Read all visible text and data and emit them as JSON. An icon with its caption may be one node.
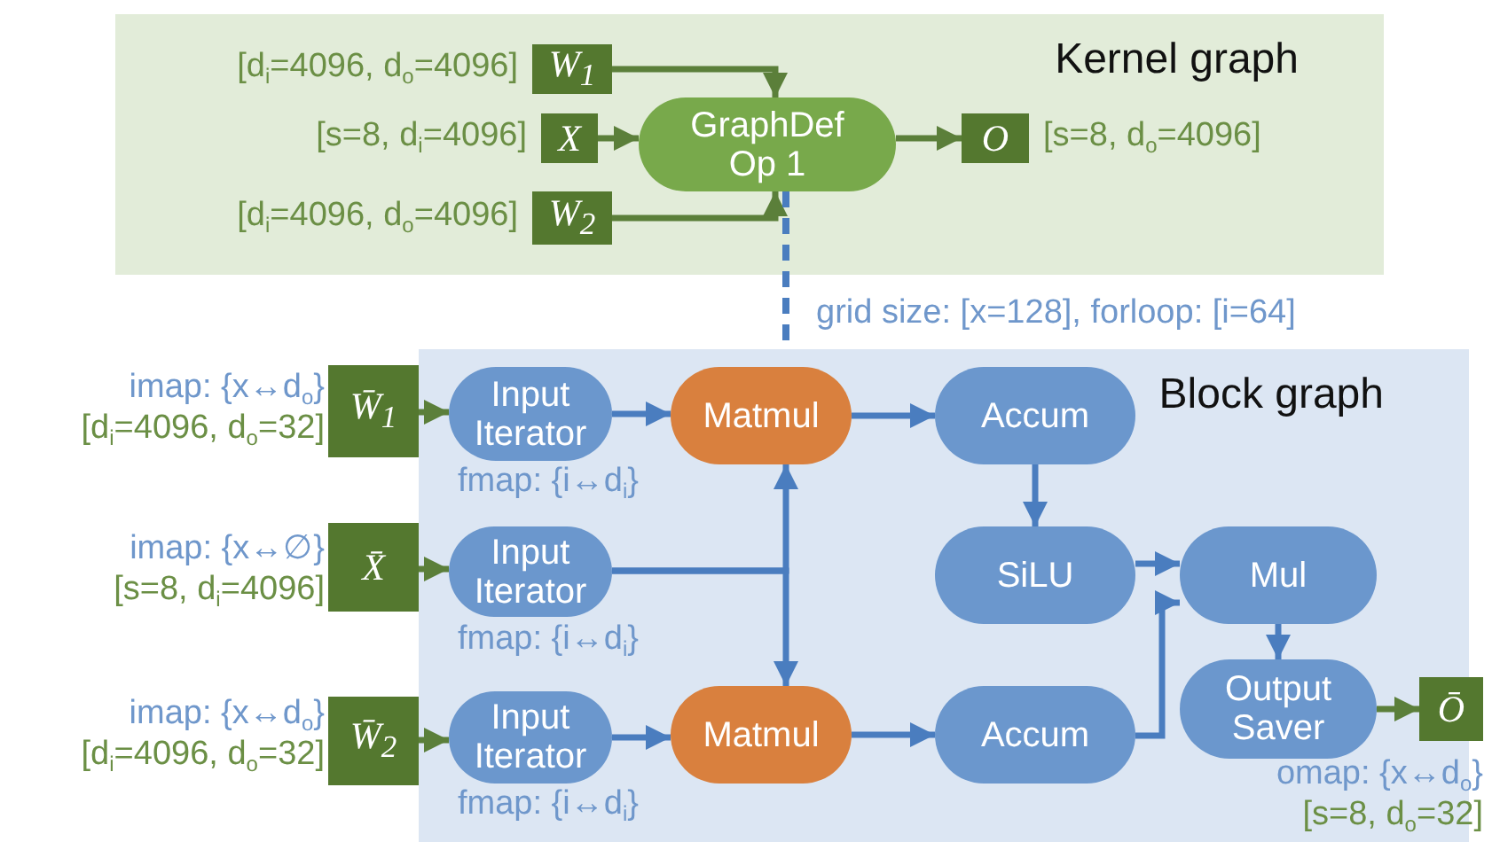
{
  "diagram": {
    "nodes": [
      {
        "text": [
          "Kernel graph"
        ]
      },
      {
        "text": [
          "W$_{1}$"
        ],
        "in": 0,
        "beside": [
          "[d$_{i}$=4096, d$_{o}$=4096]"
        ]
      },
      {
        "text": [
          "X"
        ],
        "in": 0,
        "beside": [
          "[s=8, d$_{i}$=4096]"
        ]
      },
      {
        "text": [
          "W$_{2}$"
        ],
        "in": 0,
        "beside": [
          "[d$_{i}$=4096, d$_{o}$=4096]"
        ]
      },
      {
        "text": [
          "GraphDef Op 1"
        ],
        "in": 0
      },
      {
        "text": [
          "O"
        ],
        "in": 0,
        "beside": [
          "[s=8, d$_{o}$=4096]"
        ]
      },
      {
        "text": [
          "Block graph"
        ]
      },
      {
        "text": [
          "W̄$_{1}$"
        ],
        "beside": [
          "imap: {x↔d$_{o}$}",
          "[d$_{i}$=4096, d$_{o}$=32]"
        ]
      },
      {
        "text": [
          "X̄"
        ],
        "beside": [
          "imap: {x↔∅}",
          "[s=8, d$_{i}$=4096]"
        ]
      },
      {
        "text": [
          "W̄$_{2}$"
        ],
        "beside": [
          "imap: {x↔d$_{o}$}",
          "[d$_{i}$=4096, d$_{o}$=32]"
        ]
      },
      {
        "text": [
          "Input Iterator"
        ],
        "in": 6,
        "beside": [
          "fmap: {i↔d$_{i}$}"
        ]
      },
      {
        "text": [
          "Input Iterator"
        ],
        "in": 6,
        "beside": [
          "fmap: {i↔d$_{i}$}"
        ]
      },
      {
        "text": [
          "Input Iterator"
        ],
        "in": 6,
        "beside": [
          "fmap: {i↔d$_{i}$}"
        ]
      },
      {
        "text": [
          "Matmul"
        ],
        "in": 6
      },
      {
        "text": [
          "Matmul"
        ],
        "in": 6
      },
      {
        "text": [
          "Accum"
        ],
        "in": 6
      },
      {
        "text": [
          "Accum"
        ],
        "in": 6
      },
      {
        "text": [
          "SiLU"
        ],
        "in": 6
      },
      {
        "text": [
          "Mul"
        ],
        "in": 6
      },
      {
        "text": [
          "Output Saver"
        ],
        "in": 6,
        "beside": [
          "omap: {x↔d$_{o}$}",
          "[s=8, d$_{o}$=32]"
        ]
      },
      {
        "text": [
          "Ō"
        ]
      }
    ],
    "edges": [
      {
        "from": 1,
        "to": 4,
        "arrow": "to",
        "color": "#5b7f3a"
      },
      {
        "from": 2,
        "to": 4,
        "arrow": "to",
        "color": "#5b7f3a"
      },
      {
        "from": 3,
        "to": 4,
        "arrow": "to",
        "color": "#5b7f3a"
      },
      {
        "from": 4,
        "to": 5,
        "arrow": "to",
        "color": "#5b7f3a"
      },
      {
        "from": 4,
        "to": 6,
        "arrow": "none",
        "style": "dashed",
        "label": "grid size: [x=128], forloop: [i=64]"
      },
      {
        "from": 7,
        "to": 10,
        "arrow": "to",
        "color": "#5b7f3a"
      },
      {
        "from": 8,
        "to": 11,
        "arrow": "to",
        "color": "#5b7f3a"
      },
      {
        "from": 9,
        "to": 12,
        "arrow": "to",
        "color": "#5b7f3a"
      },
      {
        "from": 10,
        "to": 13,
        "arrow": "to"
      },
      {
        "from": 12,
        "to": 14,
        "arrow": "to"
      },
      {
        "from": 11,
        "to": 13,
        "arrow": "to"
      },
      {
        "from": 11,
        "to": 14,
        "arrow": "to"
      },
      {
        "from": 13,
        "to": 15,
        "arrow": "to"
      },
      {
        "from": 14,
        "to": 16,
        "arrow": "to"
      },
      {
        "from": 15,
        "to": 17,
        "arrow": "to"
      },
      {
        "from": 17,
        "to": 18,
        "arrow": "to"
      },
      {
        "from": 16,
        "to": 18,
        "arrow": "to"
      },
      {
        "from": 18,
        "to": 19,
        "arrow": "to"
      },
      {
        "from": 19,
        "to": 20,
        "arrow": "to",
        "color": "#5b7f3a"
      }
    ]
  }
}
